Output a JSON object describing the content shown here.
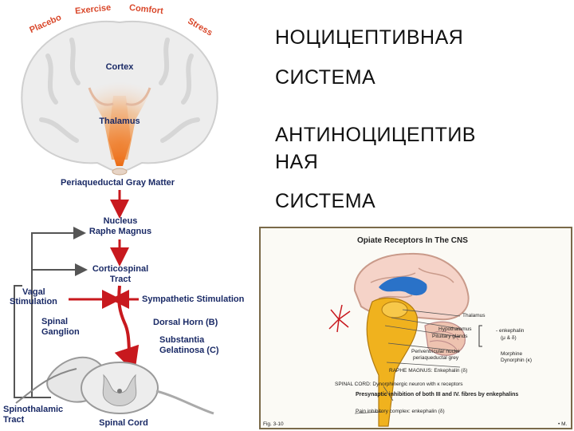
{
  "slide": {
    "title_line1": "НОЦИЦЕПТИВНАЯ",
    "title_line2": "СИСТЕМА",
    "subtitle_line1": "АНТИНОЦИЦЕПТИВ",
    "subtitle_line2": "НАЯ",
    "subtitle_line3": "СИСТЕМА"
  },
  "pain_pathway": {
    "influences": [
      "Placebo",
      "Exercise",
      "Comfort",
      "Stress"
    ],
    "cortex": "Cortex",
    "thalamus": "Thalamus",
    "pag": "Periaqueductal Gray Matter",
    "nrm_line1": "Nucleus",
    "nrm_line2": "Raphe Magnus",
    "cst_line1": "Corticospinal",
    "cst_line2": "Tract",
    "vagal_line1": "Vagal",
    "vagal_line2": "Stimulation",
    "sympathetic": "Sympathetic Stimulation",
    "ganglion_line1": "Spinal",
    "ganglion_line2": "Ganglion",
    "dorsal_horn": "Dorsal Horn (B)",
    "sg_line1": "Substantia",
    "sg_line2": "Gelatinosa (C)",
    "stt_line1": "Spinothalamic",
    "stt_line2": "Tract",
    "spinal_cord": "Spinal Cord",
    "colors": {
      "arrow": "#c8191e",
      "label": "#1a2a66",
      "glow": "#f07a1c",
      "mood": "#d9472a"
    }
  },
  "opiate_figure": {
    "title": "Opiate Receptors In The CNS",
    "thalamus": "Thalamus",
    "hypothalamus": "Hypothalamus",
    "pituitary": "Pituitary glands",
    "periventricular_line1": "Periventricular nuclei",
    "periventricular_line2": "periaqueductal grey",
    "enkephalin_label": "- enkephalin",
    "enkephalin_sub": "(μ & δ)",
    "morphine": "Morphine",
    "dynorphin": "Dynorphin (κ)",
    "raphe": "RAPHE MAGNUS: Enkephalin (δ)",
    "spinal_cord": "SPINAL CORD: Dynorphinergic neuron with κ receptors",
    "presynaptic": "Presynaptic inhibition of both III and IV. fibres by enkephalins",
    "pain_complex": "Pain inhibitory complex: enkephalin (δ)",
    "fig_label": "Fig. 3-10",
    "corner": "• M.",
    "colors": {
      "brainstem": "#f0b21e",
      "ventricle": "#2a72c8",
      "cortex": "#f5d3c8",
      "frame": "#7a6a4a"
    }
  }
}
